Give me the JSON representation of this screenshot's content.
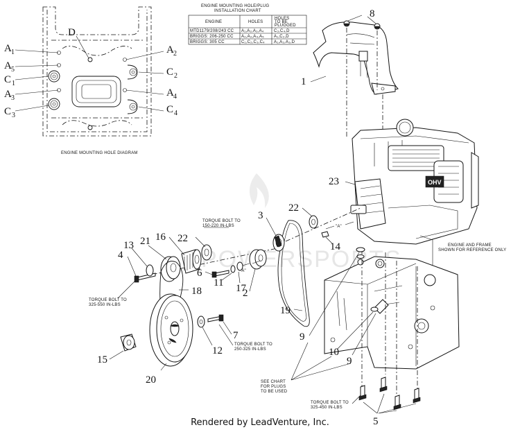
{
  "chart_title": {
    "line1": "ENGINE MOUNTING HOLE/PLUG",
    "line2": "INSTALLATION CHART"
  },
  "chart_table": {
    "headers": [
      "ENGINE",
      "HOLES",
      "HOLES TO BE PLUGGED"
    ],
    "header_plugged_lines": [
      "HOLES",
      "TO BE",
      "PLUGGED"
    ],
    "rows": [
      {
        "engine": "MTD1179/208/243 CC",
        "holes": "A₁,A₂,A₃,A₄",
        "plugged": "C₃,C₄,D"
      },
      {
        "engine": "BRIGGS: 206-250 CC",
        "holes": "A₂,A₃,A₄,A₅",
        "plugged": "A₁,C₂,D"
      },
      {
        "engine": "BRIGGS: 305 CC",
        "holes": "C₁,C₂,C₃,C₄",
        "plugged": "A₁,A₂,A₃,D"
      }
    ]
  },
  "hole_diagram": {
    "caption": "ENGINE MOUNTING HOLE DIAGRAM",
    "labels": {
      "D": "D",
      "A1": "A",
      "A1_sub": "1",
      "A2": "A",
      "A2_sub": "2",
      "A5": "A",
      "A5_sub": "5",
      "C1": "C",
      "C1_sub": "1",
      "C2": "C",
      "C2_sub": "2",
      "A3": "A",
      "A3_sub": "3",
      "A4": "A",
      "A4_sub": "4",
      "C3": "C",
      "C3_sub": "3",
      "C4": "C",
      "C4_sub": "4"
    }
  },
  "annotations": {
    "torque_150": [
      "TORQUE BOLT TO",
      "150-220 IN-LBS"
    ],
    "torque_325_550": [
      "TORQUE BOLT TO",
      "325-550 IN-LBS"
    ],
    "torque_250_325": [
      "TORQUE BOLT TO",
      "250-325 IN-LBS"
    ],
    "torque_325_450": [
      "TORQUE BOLT TO",
      "325-450 IN-LBS"
    ],
    "engine_frame_ref": [
      "ENGINE AND FRAME",
      "SHOWN FOR REFERENCE ONLY"
    ],
    "see_chart": [
      "SEE CHART",
      "FOR PLUGS",
      "TO BE USED"
    ],
    "ref_a": "\"A\""
  },
  "part_numbers": {
    "p1": "1",
    "p2": "2",
    "p3": "3",
    "p4": "4",
    "p5": "5",
    "p6": "6",
    "p7": "7",
    "p8": "8",
    "p9a": "9",
    "p9b": "9",
    "p10": "10",
    "p11": "11",
    "p12": "12",
    "p13": "13",
    "p14": "14",
    "p15": "15",
    "p16": "16",
    "p17": "17",
    "p18": "18",
    "p19": "19",
    "p20": "20",
    "p21": "21",
    "p22a": "22",
    "p22b": "22",
    "p23": "23"
  },
  "engine_brand": "OHV",
  "watermark": "POWERSPORTS",
  "footer": "Rendered by LeadVenture, Inc."
}
